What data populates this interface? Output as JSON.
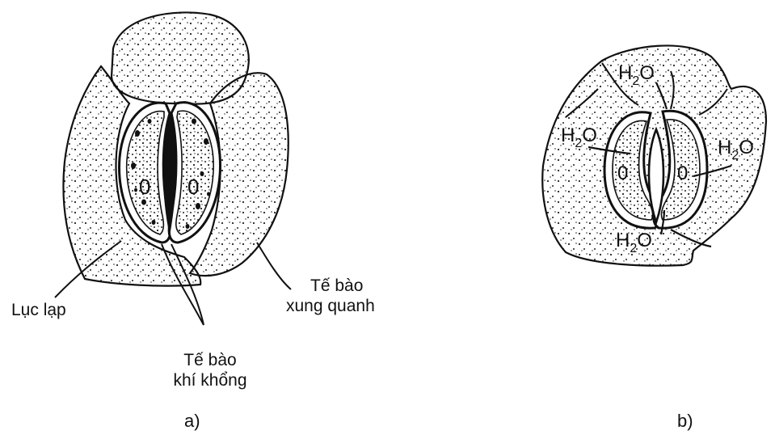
{
  "panel_a": {
    "label": "a)",
    "labels": {
      "chloroplast": "Lục lạp",
      "surrounding_cell_line1": "Tế bào",
      "surrounding_cell_line2": "xung quanh",
      "guard_cell_line1": "Tế bào",
      "guard_cell_line2": "khí khổng"
    },
    "nucleus_mark": "0"
  },
  "panel_b": {
    "label": "b)",
    "water": {
      "base": "H",
      "sub": "2",
      "tail": "O"
    },
    "nucleus_mark": "0"
  },
  "colors": {
    "ink": "#111111",
    "background": "#ffffff"
  }
}
